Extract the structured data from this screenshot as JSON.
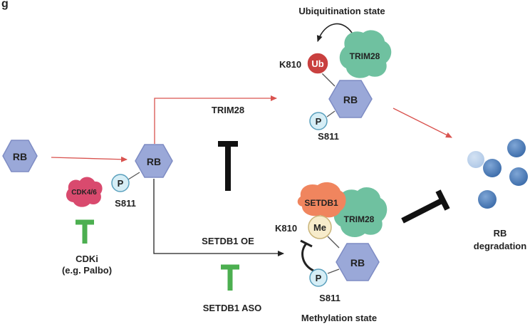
{
  "figure_letter": "g",
  "states": {
    "ubiquitination": "Ubiquitination state",
    "methylation": "Methylation state"
  },
  "nodes": {
    "rb_initial": "RB",
    "rb_phospho": "RB",
    "rb_top": "RB",
    "rb_bottom": "RB",
    "cdk46": "CDK4/6",
    "trim28_top": "TRIM28",
    "trim28_bottom": "TRIM28",
    "setdb1": "SETDB1",
    "ub": "Ub",
    "me": "Me",
    "p_mid": "P",
    "p_top": "P",
    "p_bottom": "P"
  },
  "sites": {
    "s811_mid": "S811",
    "s811_top": "S811",
    "s811_bottom": "S811",
    "k810_top": "K810",
    "k810_bottom": "K810"
  },
  "arrows": {
    "trim28_path": "TRIM28",
    "setdb1_path": "SETDB1 OE"
  },
  "inhibitors": {
    "cdki_line1": "CDKi",
    "cdki_line2": "(e.g. Palbo)",
    "setdb1_aso": "SETDB1 ASO"
  },
  "outcome": {
    "line1": "RB",
    "line2": "degradation"
  },
  "colors": {
    "rb_hex": "#9aa8d8",
    "rb_stroke": "#7e8cc4",
    "trim28": "#6fc1a0",
    "setdb1": "#f0855e",
    "ub": "#c9403f",
    "me": "#f7eccb",
    "p_circle": "#d6eef6",
    "cdk46": "#d94a6e",
    "red_arrow": "#d9534f",
    "dark_arrow": "#222222",
    "inhibitor_green": "#4caf50",
    "degradation_blue": "#4f7fb8"
  }
}
